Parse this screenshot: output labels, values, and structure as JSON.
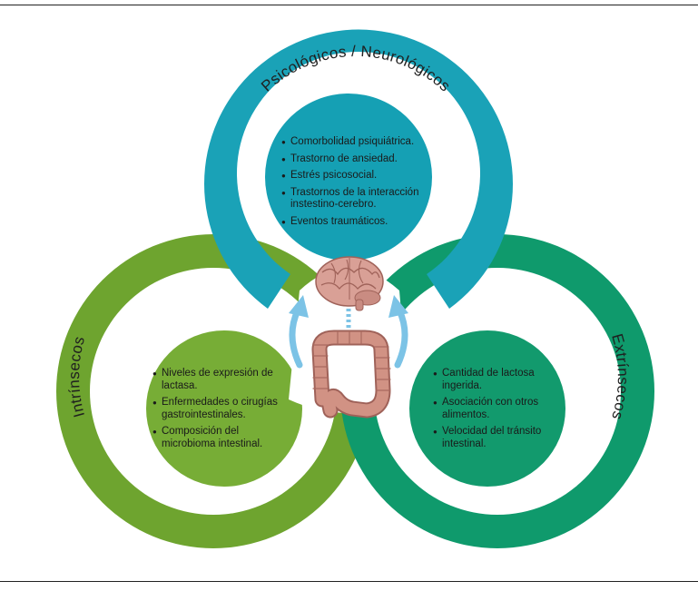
{
  "colors": {
    "teal": "#1aa2b7",
    "teal_inner": "#15a0b4",
    "green": "#6ea42f",
    "green_inner": "#77ad36",
    "emerald": "#0f9a6c",
    "emerald_inner": "#129a6d",
    "arrow": "#7cc3e6"
  },
  "psych": {
    "title": "Psicológicos / Neurológicos",
    "items": [
      "Comorbolidad psiquiátrica.",
      "Trastorno de ansiedad.",
      "Estrés psicosocial.",
      "Trastornos de la interacción instestino-cerebro.",
      "Eventos traumáticos."
    ]
  },
  "intrinsic": {
    "title": "Intrínsecos",
    "items": [
      "Niveles de expresión de lactasa.",
      "Enfermedades o cirugías gastrointestinales.",
      "Composición del microbioma intestinal."
    ]
  },
  "extrinsic": {
    "title": "Extrínsecos",
    "items": [
      "Cantidad de lactosa ingerida.",
      "Asociación con otros alimentos.",
      "Velocidad del tránsito intestinal."
    ]
  },
  "icons": {
    "brain": "brain-icon",
    "intestine": "intestine-icon"
  }
}
